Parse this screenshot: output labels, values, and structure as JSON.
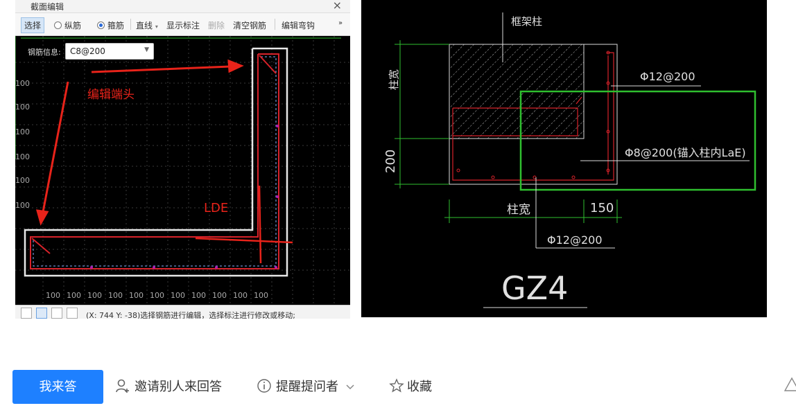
{
  "editor": {
    "title": "截面编辑",
    "close_glyph": "×",
    "toolbar": {
      "select": "选择",
      "longitudinal": "纵筋",
      "stirrup": "箍筋",
      "line": "直线",
      "show_annotation": "显示标注",
      "delete": "删除",
      "clear_rebar": "清空钢筋",
      "edit_hook": "编辑弯钩",
      "more": "»"
    },
    "rebar_info_label": "钢筋信息:",
    "rebar_info_value": "C8@200",
    "annotation_edit_end": "编辑端头",
    "annotation_lde": "LDE",
    "tick_label": "100",
    "status_text": "(X: 744 Y: -38)选择钢筋进行编辑，选择标注进行修改或移动;"
  },
  "cad": {
    "label_column": "框架柱",
    "label_column_height": "柱宽",
    "label_200": "200",
    "label_rebar_top": "Φ12@200",
    "label_rebar_anchor": "Φ8@200(锚入柱内LaE)",
    "label_column_width": "柱宽",
    "label_150": "150",
    "label_rebar_bottom": "Φ12@200",
    "label_name": "GZ4"
  },
  "actions": {
    "answer": "我来答",
    "invite": "邀请别人来回答",
    "remind": "提醒提问者",
    "favorite": "收藏"
  },
  "colors": {
    "primary": "#1e80ff",
    "cad_red": "#d8222a",
    "cad_green": "#2fbf2f",
    "annotation_red": "#e8231a"
  }
}
